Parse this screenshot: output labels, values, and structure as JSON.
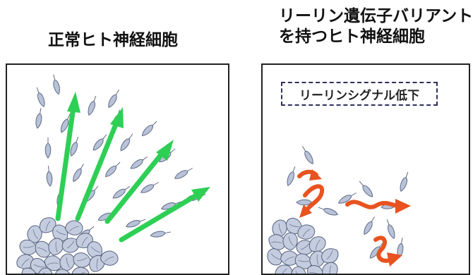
{
  "titles": {
    "left": "正常ヒト神経細胞",
    "right_line1": "リーリン遺伝子バリアント",
    "right_line2": "を持つヒト神経細胞"
  },
  "signal_label": "リーリンシグナル低下",
  "colors": {
    "normal_arrow": "#2ecf55",
    "variant_arrow": "#e8531f",
    "cell_fill": "#b8c2d8",
    "cell_stroke": "#5e6a85",
    "label_border": "#2f2f5f"
  },
  "panels": [
    "normal-migration",
    "impaired-migration"
  ]
}
